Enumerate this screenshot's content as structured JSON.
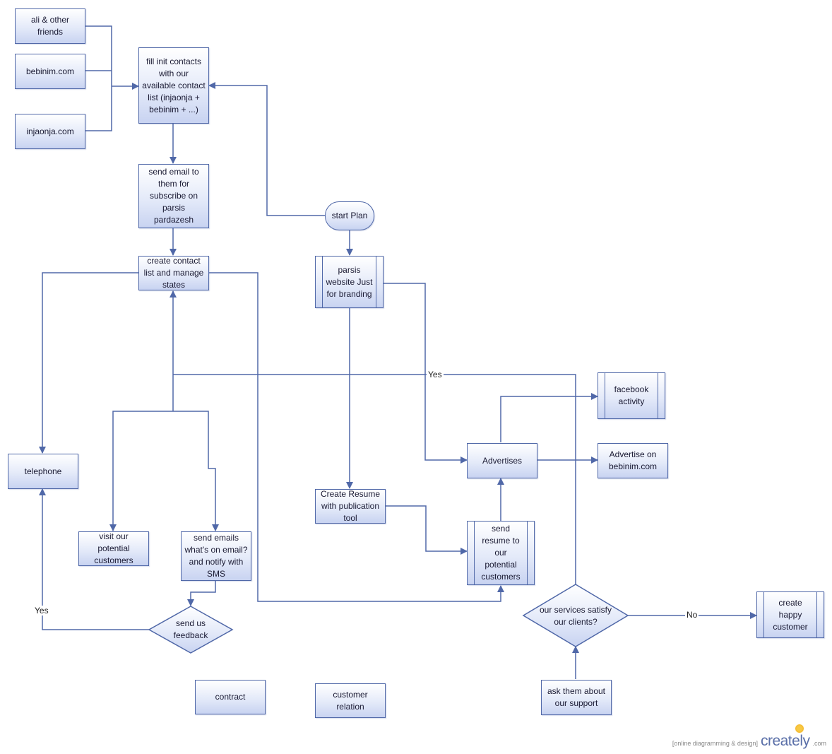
{
  "nodes": {
    "ali": "ali & other friends",
    "bebinim": "bebinim.com",
    "injaonja": "injaonja.com",
    "fill_contacts": "fill init contacts with our available contact list (injaonja + bebinim + ...)",
    "send_email": "send email to them for subscribe on parsis pardazesh",
    "create_contact": "create contact list and manage states",
    "start": "start Plan",
    "parsis_website": "parsis website Just for branding",
    "telephone": "telephone",
    "visit": "visit our potential customers",
    "send_emails": "send emails what's on email? and notify with SMS",
    "feedback": "send us feedback",
    "create_resume": "Create Resume with publication tool",
    "advertises": "Advertises",
    "facebook": "facebook activity",
    "advertise_bebinim": "Advertise on bebinim.com",
    "send_resume": "send resume to our potential customers",
    "satisfy": "our services satisfy our clients?",
    "happy": "create happy customer",
    "ask": "ask them about our support",
    "contract": "contract",
    "customer_relation": "customer relation"
  },
  "edge_labels": {
    "yes_top": "Yes",
    "yes_left": "Yes",
    "no": "No"
  },
  "branding": {
    "tag": "[online diagramming & design]",
    "name": "creately",
    "domain": ".com"
  },
  "colors": {
    "stroke": "#5068a8",
    "fill_top": "#ffffff",
    "fill_bottom": "#c8d3f1"
  }
}
